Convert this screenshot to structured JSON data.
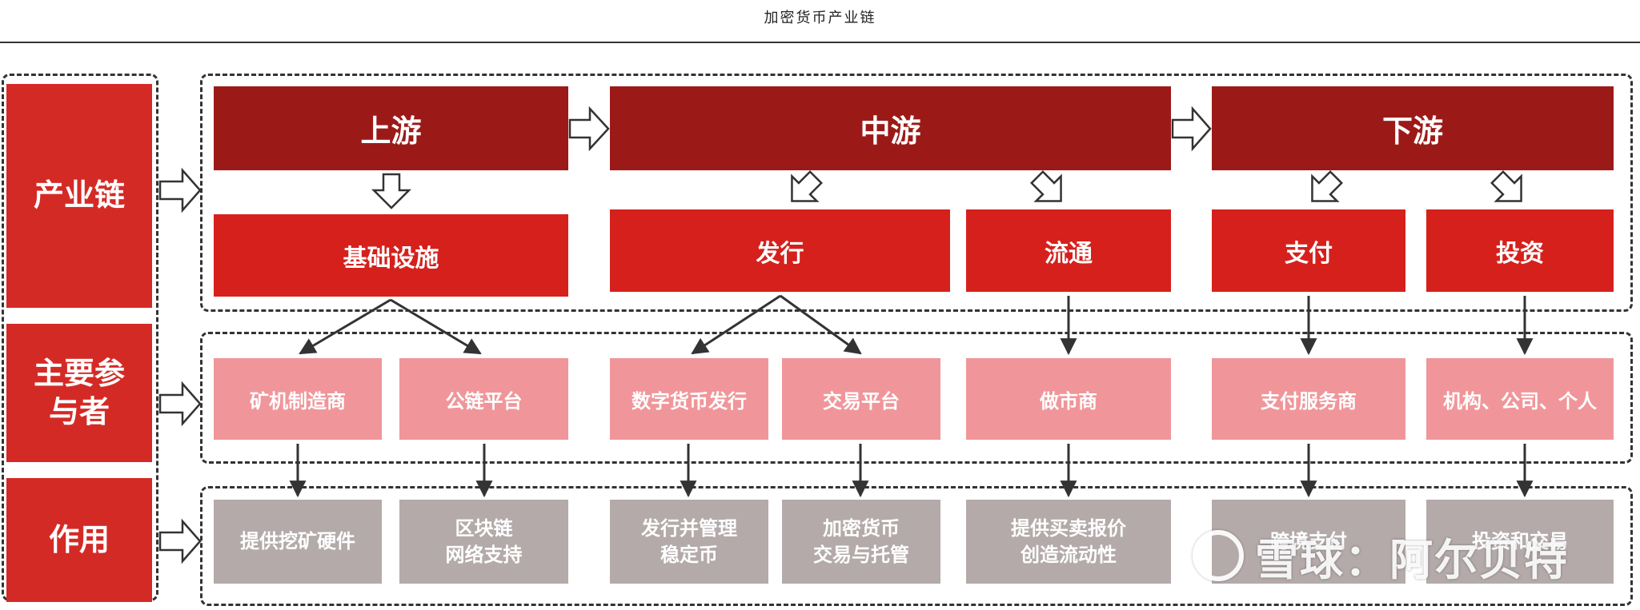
{
  "header": {
    "title": "加密货币产业链"
  },
  "rows": {
    "chain": "产业链",
    "participants": "主要参与者",
    "role": "作用"
  },
  "stages": {
    "upstream": "上游",
    "midstream": "中游",
    "downstream": "下游"
  },
  "segments": {
    "infrastructure": "基础设施",
    "issuance": "发行",
    "circulation": "流通",
    "payment": "支付",
    "investment": "投资"
  },
  "participants": {
    "miner_maker": "矿机制造商",
    "public_chain": "公链平台",
    "digital_issuer": "数字货币发行",
    "exchange": "交易平台",
    "market_maker": "做市商",
    "payment_provider": "支付服务商",
    "investors": "机构、公司、个人"
  },
  "roles": {
    "mining_hardware": "提供挖矿硬件",
    "blockchain_network": "区块链\n网络支持",
    "stablecoin": "发行并管理\n稳定币",
    "trading_custody": "加密货币\n交易与托管",
    "liquidity": "提供买卖报价\n创造流动性",
    "cross_border": "跨境支付",
    "investment_trading": "投资和交易"
  },
  "watermark": {
    "text": "雪球：阿尔贝特"
  },
  "colors": {
    "side_red": "#d42a26",
    "stage_dark_red": "#9b1a18",
    "segment_red": "#d6201c",
    "participant_pink": "#f0969a",
    "role_gray": "#b4aaaa"
  }
}
